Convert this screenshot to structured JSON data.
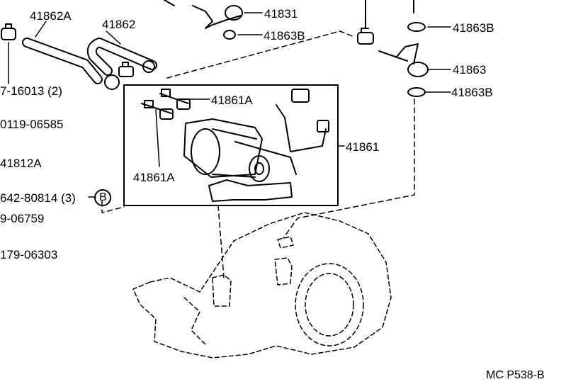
{
  "labels": {
    "p41862A": "41862A",
    "p41862": "41862",
    "p41831": "41831",
    "p41863B_top": "41863B",
    "p41863B_right_top": "41863B",
    "p41863": "41863",
    "p41863B_right": "41863B",
    "p41861A_top": "41861A",
    "p41861": "41861",
    "p41861A_bottom": "41861A",
    "p_clip_16013": "7-16013 (2)",
    "p_0119_06585": "0119-06585",
    "p_41812A": "41812A",
    "p_80814": "642-80814 (3)",
    "ref_B": "B",
    "p_06759": "9-06759",
    "p_06303": "179-06303",
    "code": "MC P538-B"
  }
}
